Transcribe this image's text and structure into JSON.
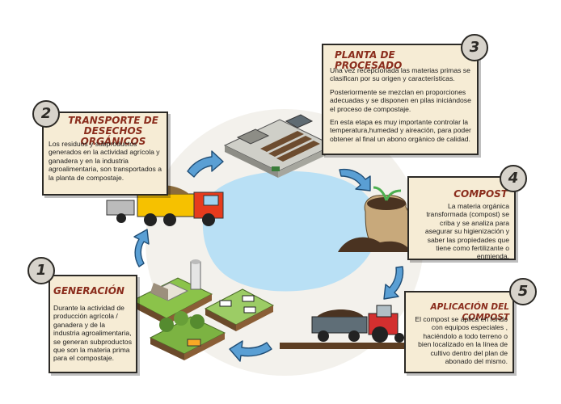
{
  "steps": [
    {
      "number": "1",
      "title": "GENERACIÓN",
      "body": [
        "Durante la actividad de producción agrícola / ganadera y de la industria agroalimentaria, se generan subproductos que son la materia prima para el compostaje."
      ]
    },
    {
      "number": "2",
      "title": "TRANSPORTE DE DESECHOS ORGÁNICOS",
      "body": [
        "Los residuos y subproductos generados en la actividad agrícola y ganadera y en la industria agroalimentaria, son transportados a la planta de compostaje."
      ]
    },
    {
      "number": "3",
      "title": "PLANTA DE PROCESADO",
      "body": [
        "Una vez recepcionada las materias primas se clasifican por su origen y características.",
        "Posteriormente se mezclan en proporciones adecuadas y se disponen en pilas iniciándose el proceso de compostaje.",
        "En esta etapa es muy importante controlar la temperatura,humedad y aireación, para poder obtener al final un abono orgánico de calidad."
      ]
    },
    {
      "number": "4",
      "title": "COMPOST",
      "body": [
        "La materia orgánica transformada (compost) se criba y se analiza para asegurar su higienización y saber las propiedades que tiene como fertilizante o enmienda."
      ]
    },
    {
      "number": "5",
      "title": "APLICACIÓN DEL COMPOST",
      "body": [
        "El compost se aplica en fondo con equipos especiales , haciéndolo a todo terreno o bien localizado en la línea de cultivo dentro del plan de abonado del mismo."
      ]
    }
  ],
  "colors": {
    "card_bg": "#f6ecd5",
    "title": "#8a2c1c",
    "pond": "#b9e0f5",
    "arrow": "#5a9fd4",
    "border": "#2c2a26"
  },
  "illustrations": [
    "farm-scene",
    "dump-truck",
    "processing-plant",
    "compost-sack",
    "tractor-spreader"
  ]
}
